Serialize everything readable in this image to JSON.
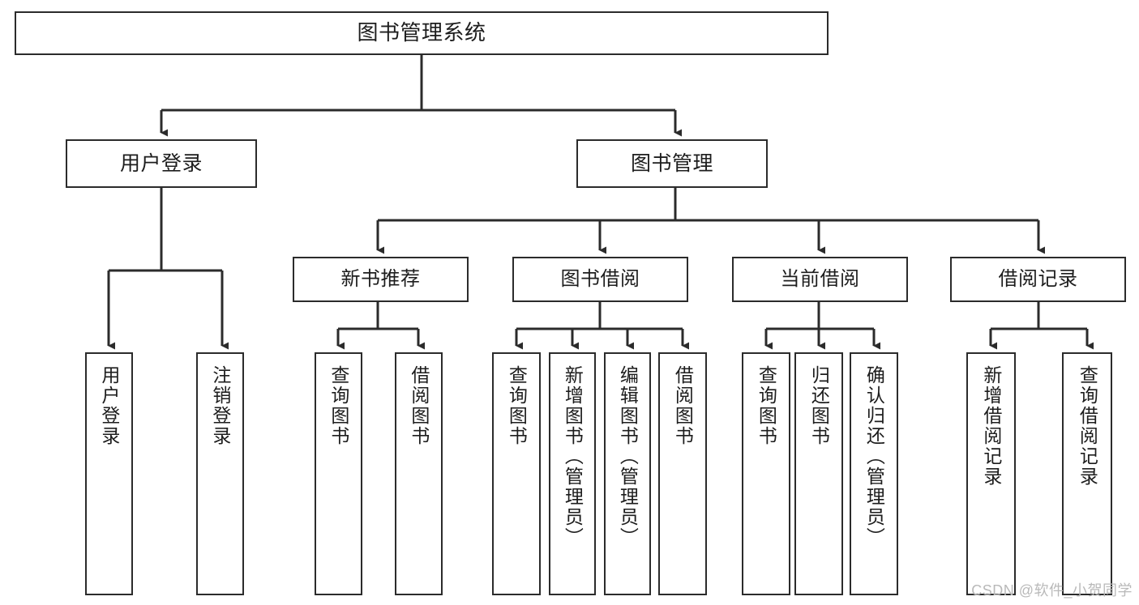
{
  "diagram": {
    "kind": "tree-structure-chart",
    "title": "图书管理系统",
    "watermark": "CSDN @软件_小贺同学",
    "colors": {
      "stroke": "#2b2b2b",
      "fill": "#ffffff",
      "text": "#1d1d1d",
      "watermark": "#b9b9b9"
    },
    "nodes": {
      "root": {
        "label": "图书管理系统"
      },
      "level2": [
        {
          "id": "user-login",
          "label": "用户登录"
        },
        {
          "id": "book-manage",
          "label": "图书管理"
        }
      ],
      "level3": [
        {
          "id": "new-book-recommend",
          "label": "新书推荐"
        },
        {
          "id": "book-borrow",
          "label": "图书借阅"
        },
        {
          "id": "current-borrow",
          "label": "当前借阅"
        },
        {
          "id": "borrow-record",
          "label": "借阅记录"
        }
      ],
      "leaves": {
        "user-login": [
          {
            "id": "leaf-user-login",
            "label": "用户登录"
          },
          {
            "id": "leaf-user-logout",
            "label": "注销登录"
          }
        ],
        "new-book-recommend": [
          {
            "id": "leaf-query-book-1",
            "label": "查询图书"
          },
          {
            "id": "leaf-borrow-book-1",
            "label": "借阅图书"
          }
        ],
        "book-borrow": [
          {
            "id": "leaf-query-book-2",
            "label": "查询图书"
          },
          {
            "id": "leaf-add-book",
            "label": "新增图书（管理员）"
          },
          {
            "id": "leaf-edit-book",
            "label": "编辑图书（管理员）"
          },
          {
            "id": "leaf-borrow-book-2",
            "label": "借阅图书"
          }
        ],
        "current-borrow": [
          {
            "id": "leaf-query-book-3",
            "label": "查询图书"
          },
          {
            "id": "leaf-return-book",
            "label": "归还图书"
          },
          {
            "id": "leaf-confirm-return",
            "label": "确认归还（管理员）"
          }
        ],
        "borrow-record": [
          {
            "id": "leaf-add-record",
            "label": "新增借阅记录"
          },
          {
            "id": "leaf-query-record",
            "label": "查询借阅记录"
          }
        ]
      }
    }
  }
}
